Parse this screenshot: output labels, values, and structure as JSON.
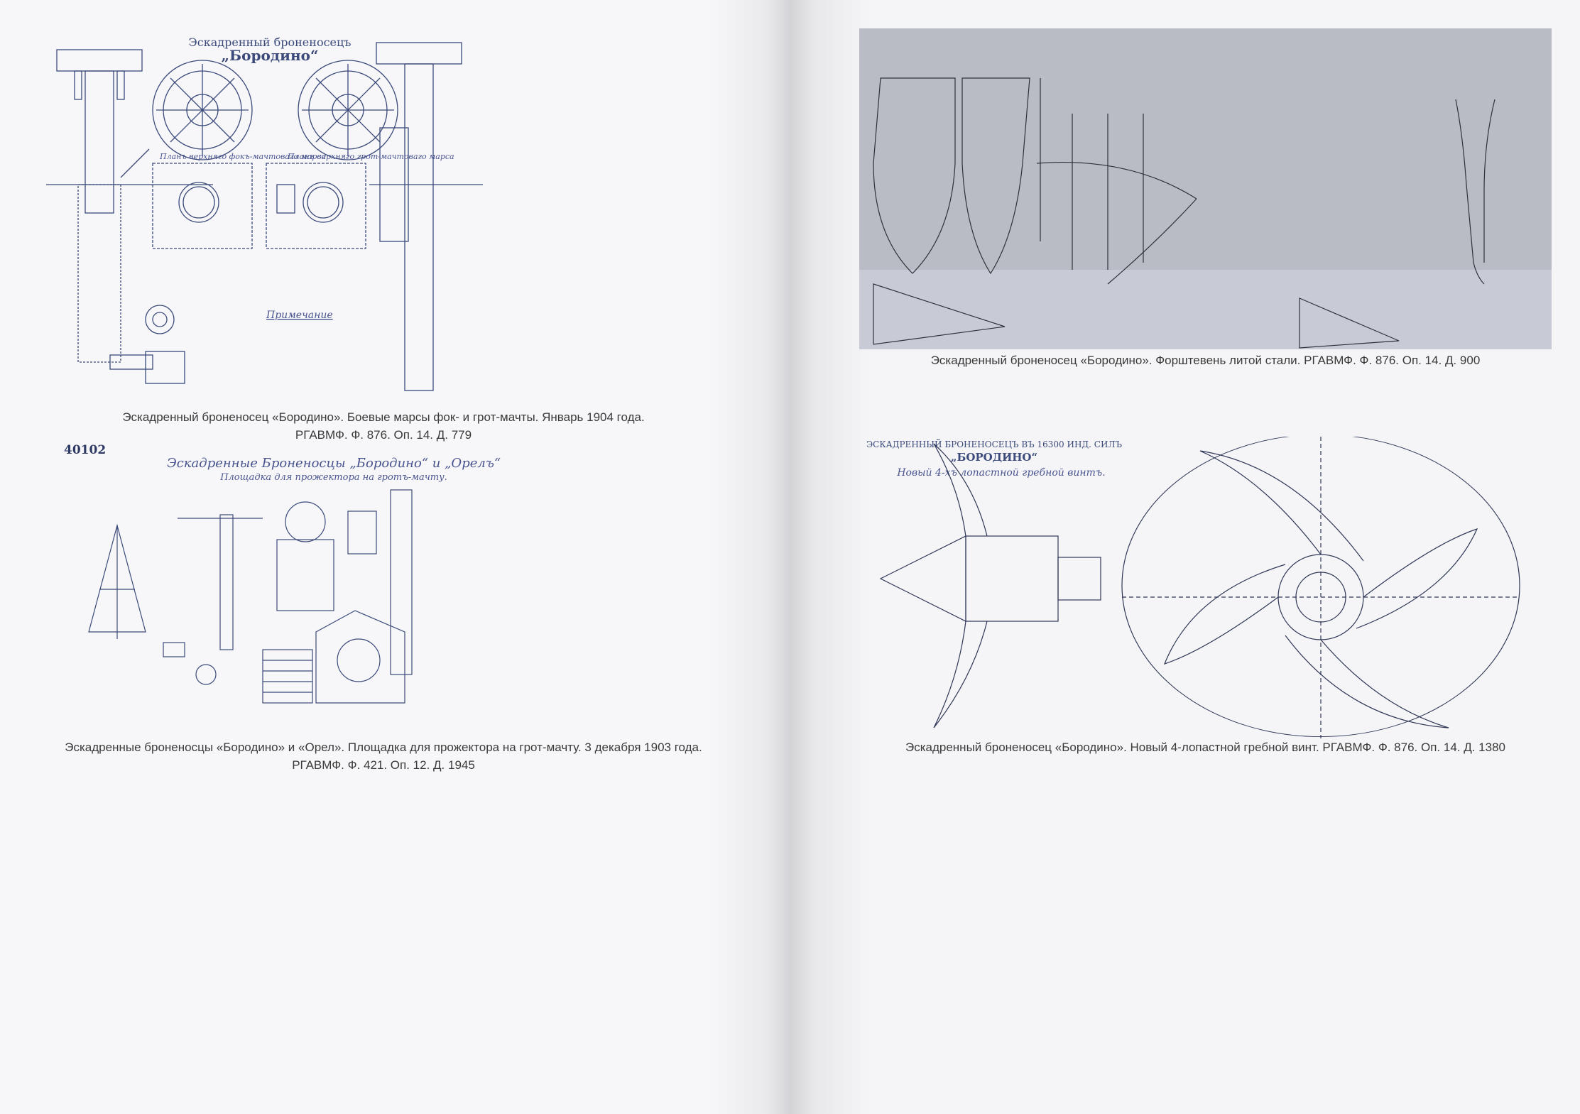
{
  "spread": {
    "left_page": {
      "plate_top": {
        "drawing_title_line1": "Эскадренный броненосецъ",
        "drawing_title_line2": "„Бородино“",
        "view_label_fore": "Планъ верхняго фокъ-мачтоваго марса",
        "view_label_main": "Планъ верхняго грот-мачтоваго марса",
        "note_label": "Примечание",
        "caption_line1": "Эскадренный броненосец «Бородино». Боевые марсы фок- и грот-мачты. Январь 1904 года.",
        "caption_line2": "РГАВМФ. Ф. 876. Оп. 14. Д. 779"
      },
      "plate_bottom": {
        "archive_number": "40102",
        "drawing_title_line1": "Эскадренные Броненосцы „Бородино“ и „Орелъ“",
        "drawing_title_line2": "Площадка для прожектора на гротъ-мачту.",
        "caption_line1": "Эскадренные броненосцы «Бородино» и «Орел». Площадка для прожектора на грот-мачту. 3 декабря 1903 года.",
        "caption_line2": "РГАВМФ. Ф. 421. Оп. 12. Д. 1945"
      }
    },
    "right_page": {
      "plate_top": {
        "caption": "Эскадренный броненосец «Бородино». Форштевень литой стали. РГАВМФ.  Ф. 876. Оп. 14. Д. 900"
      },
      "plate_bottom": {
        "drawing_title_line1": "ЭСКАДРЕННЫЙ БРОНЕНОСЕЦЪ ВЪ 16300 ИНД. СИЛЪ",
        "drawing_title_line2": "„БОРОДИНО“",
        "drawing_subtitle": "Новый 4-хъ лопастной гребной винтъ.",
        "caption": "Эскадренный броненосец «Бородино». Новый 4-лопастной гребной винт. РГАВМФ. Ф. 876. Оп. 14. Д. 1380"
      }
    }
  },
  "colors": {
    "blueprint_ink": "#3b4a7a",
    "gray_plate": "#b9bcc4",
    "caption_text": "#3a3a3a"
  }
}
